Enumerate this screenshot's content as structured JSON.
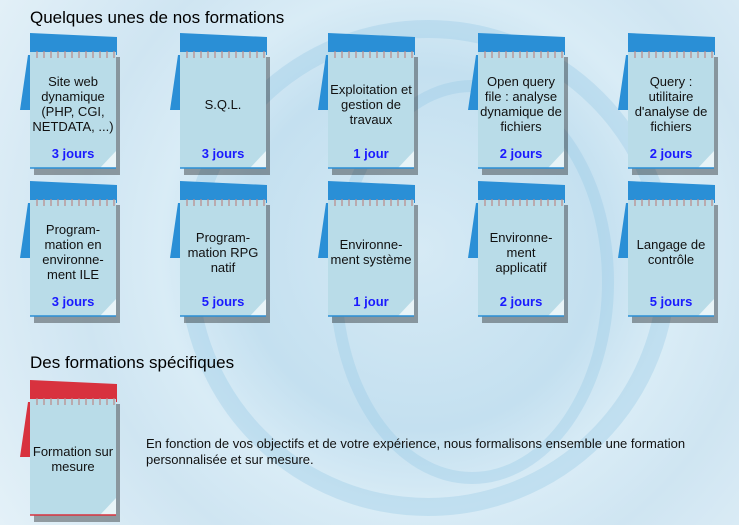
{
  "section1_title": "Quelques unes de nos formations",
  "section2_title": "Des formations spécifiques",
  "colors": {
    "cover": "#2a8fd6",
    "special_cover": "#d8323e",
    "page": "#b9dce8",
    "days": "#1a1aff"
  },
  "courses": [
    {
      "title": "Site web dynamique (PHP, CGI, NETDATA, ...)",
      "duration": "3 jours"
    },
    {
      "title": "S.Q.L.",
      "duration": "3 jours"
    },
    {
      "title": "Exploitation et gestion de travaux",
      "duration": "1 jour"
    },
    {
      "title": "Open query file : analyse dynamique de fichiers",
      "duration": "2 jours"
    },
    {
      "title": "Query : utilitaire d'analyse de fichiers",
      "duration": "2 jours"
    },
    {
      "title": "Program-mation en environne-ment ILE",
      "duration": "3 jours"
    },
    {
      "title": "Program-mation RPG natif",
      "duration": "5 jours"
    },
    {
      "title": "Environne-ment système",
      "duration": "1 jour"
    },
    {
      "title": "Environne-ment applicatif",
      "duration": "2 jours"
    },
    {
      "title": "Langage de contrôle",
      "duration": "5 jours"
    }
  ],
  "special": {
    "title": "Formation sur mesure",
    "description": "En fonction de vos objectifs et de votre expérience, nous formalisons ensemble une formation personnalisée et sur mesure."
  }
}
